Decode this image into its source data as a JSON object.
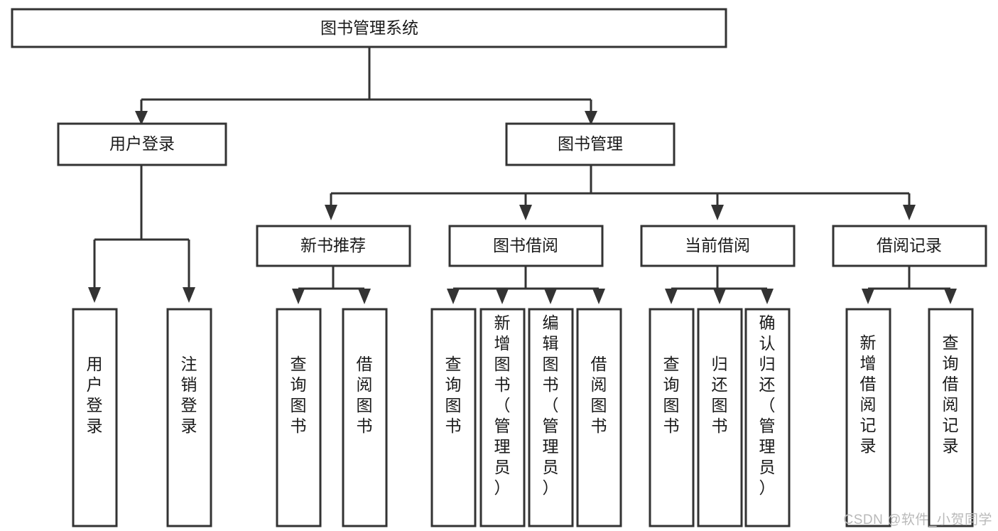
{
  "diagram": {
    "title": "图书管理系统",
    "type": "tree",
    "watermark": "CSDN @软件_小贺同学",
    "colors": {
      "box_fill": "#ffffff",
      "box_stroke": "#333333",
      "text": "#1a1a1a",
      "watermark": "#b9b9b9",
      "background": "#ffffff"
    },
    "root": {
      "id": "root",
      "label": "图书管理系统",
      "orientation": "horizontal"
    },
    "level2": [
      {
        "id": "user-login",
        "label": "用户登录",
        "orientation": "horizontal"
      },
      {
        "id": "book-manage",
        "label": "图书管理",
        "orientation": "horizontal"
      }
    ],
    "level3": [
      {
        "id": "new-book-recommend",
        "label": "新书推荐",
        "parent": "book-manage",
        "orientation": "horizontal"
      },
      {
        "id": "book-borrow",
        "label": "图书借阅",
        "parent": "book-manage",
        "orientation": "horizontal"
      },
      {
        "id": "current-borrow",
        "label": "当前借阅",
        "parent": "book-manage",
        "orientation": "horizontal"
      },
      {
        "id": "borrow-record",
        "label": "借阅记录",
        "parent": "book-manage",
        "orientation": "horizontal"
      }
    ],
    "leaves": [
      {
        "id": "leaf-user-login",
        "label": "用户登录",
        "parent": "user-login",
        "orientation": "vertical"
      },
      {
        "id": "leaf-user-logout",
        "label": "注销登录",
        "parent": "user-login",
        "orientation": "vertical"
      },
      {
        "id": "leaf-query-book-1",
        "label": "查询图书",
        "parent": "new-book-recommend",
        "orientation": "vertical"
      },
      {
        "id": "leaf-borrow-book-1",
        "label": "借阅图书",
        "parent": "new-book-recommend",
        "orientation": "vertical"
      },
      {
        "id": "leaf-query-book-2",
        "label": "查询图书",
        "parent": "book-borrow",
        "orientation": "vertical"
      },
      {
        "id": "leaf-add-book",
        "label": "新增图书（管理员）",
        "parent": "book-borrow",
        "orientation": "vertical"
      },
      {
        "id": "leaf-edit-book",
        "label": "编辑图书（管理员）",
        "parent": "book-borrow",
        "orientation": "vertical"
      },
      {
        "id": "leaf-borrow-book-2",
        "label": "借阅图书",
        "parent": "book-borrow",
        "orientation": "vertical"
      },
      {
        "id": "leaf-query-book-3",
        "label": "查询图书",
        "parent": "current-borrow",
        "orientation": "vertical"
      },
      {
        "id": "leaf-return-book",
        "label": "归还图书",
        "parent": "current-borrow",
        "orientation": "vertical"
      },
      {
        "id": "leaf-confirm-return",
        "label": "确认归还（管理员）",
        "parent": "current-borrow",
        "orientation": "vertical"
      },
      {
        "id": "leaf-add-record",
        "label": "新增借阅记录",
        "parent": "borrow-record",
        "orientation": "vertical"
      },
      {
        "id": "leaf-query-record",
        "label": "查询借阅记录",
        "parent": "borrow-record",
        "orientation": "vertical"
      }
    ]
  }
}
